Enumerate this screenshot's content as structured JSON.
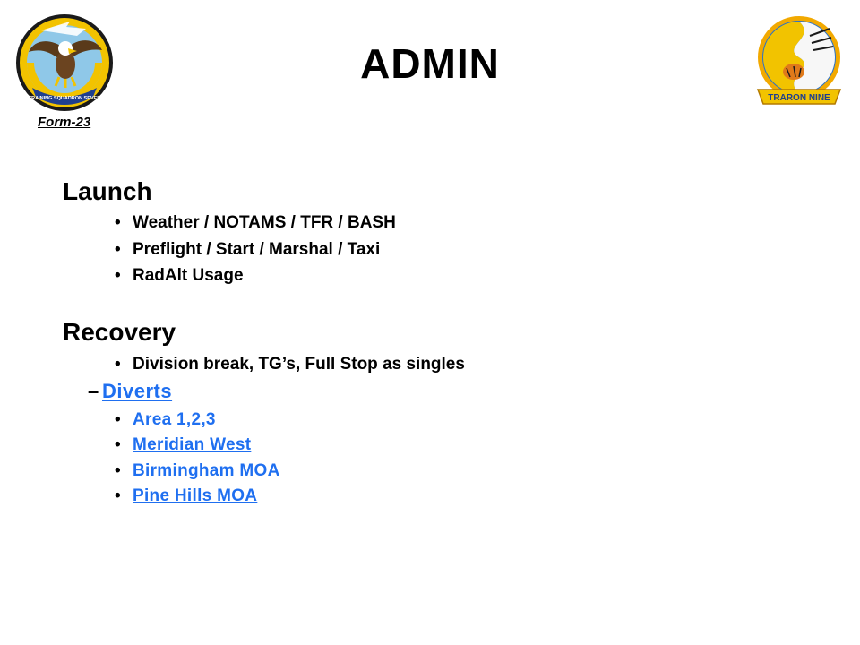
{
  "header": {
    "title": "ADMIN",
    "form_label": "Form-23",
    "left_logo_ring_text": "TRAINING SQUADRON SEVEN",
    "right_logo_banner_text": "TRARON NINE"
  },
  "launch": {
    "heading": "Launch",
    "items": [
      "Weather / NOTAMS / TFR / BASH",
      "Preflight / Start / Marshal / Taxi",
      "RadAlt Usage"
    ]
  },
  "recovery": {
    "heading": "Recovery",
    "items": [
      "Division break, TG’s, Full Stop as singles"
    ],
    "diverts": {
      "label": "Diverts",
      "items": [
        "Area 1,2,3",
        "Meridian West",
        "Birmingham MOA",
        "Pine Hills MOA"
      ]
    }
  },
  "colors": {
    "link": "#1f6ff0",
    "text": "#000000",
    "background": "#ffffff"
  },
  "icons": {
    "bullet": "•",
    "dash": "–"
  }
}
